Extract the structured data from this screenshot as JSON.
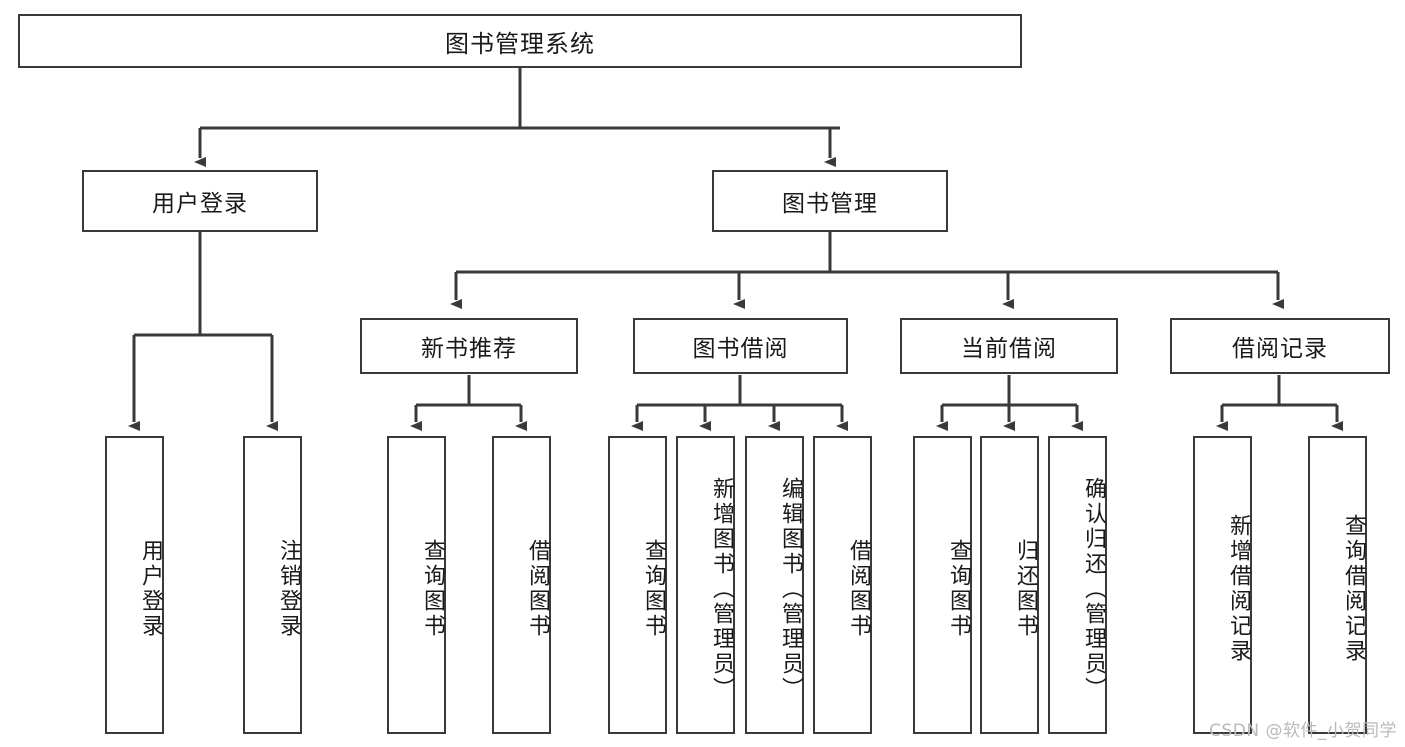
{
  "diagram": {
    "title": "图书管理系统",
    "type": "tree-hierarchy-chart",
    "watermark": "CSDN @软件_小贺同学",
    "colors": {
      "stroke": "#3a3a3a",
      "fill": "#ffffff",
      "text": "#1a1a1a",
      "watermark": "#b9b9b9"
    },
    "nodes": {
      "root": {
        "label": "图书管理系统"
      },
      "level2": [
        {
          "label": "用户登录"
        },
        {
          "label": "图书管理"
        }
      ],
      "level3": [
        {
          "label": "新书推荐"
        },
        {
          "label": "图书借阅"
        },
        {
          "label": "当前借阅"
        },
        {
          "label": "借阅记录"
        }
      ],
      "leaves_user_login": [
        {
          "label": "用户登录"
        },
        {
          "label": "注销登录"
        }
      ],
      "leaves_new_book": [
        {
          "label": "查询图书"
        },
        {
          "label": "借阅图书"
        }
      ],
      "leaves_borrow": [
        {
          "label": "查询图书"
        },
        {
          "label": "新增图书（管理员）"
        },
        {
          "label": "编辑图书（管理员）"
        },
        {
          "label": "借阅图书"
        }
      ],
      "leaves_current": [
        {
          "label": "查询图书"
        },
        {
          "label": "归还图书"
        },
        {
          "label": "确认归还（管理员）"
        }
      ],
      "leaves_records": [
        {
          "label": "新增借阅记录"
        },
        {
          "label": "查询借阅记录"
        }
      ]
    }
  }
}
